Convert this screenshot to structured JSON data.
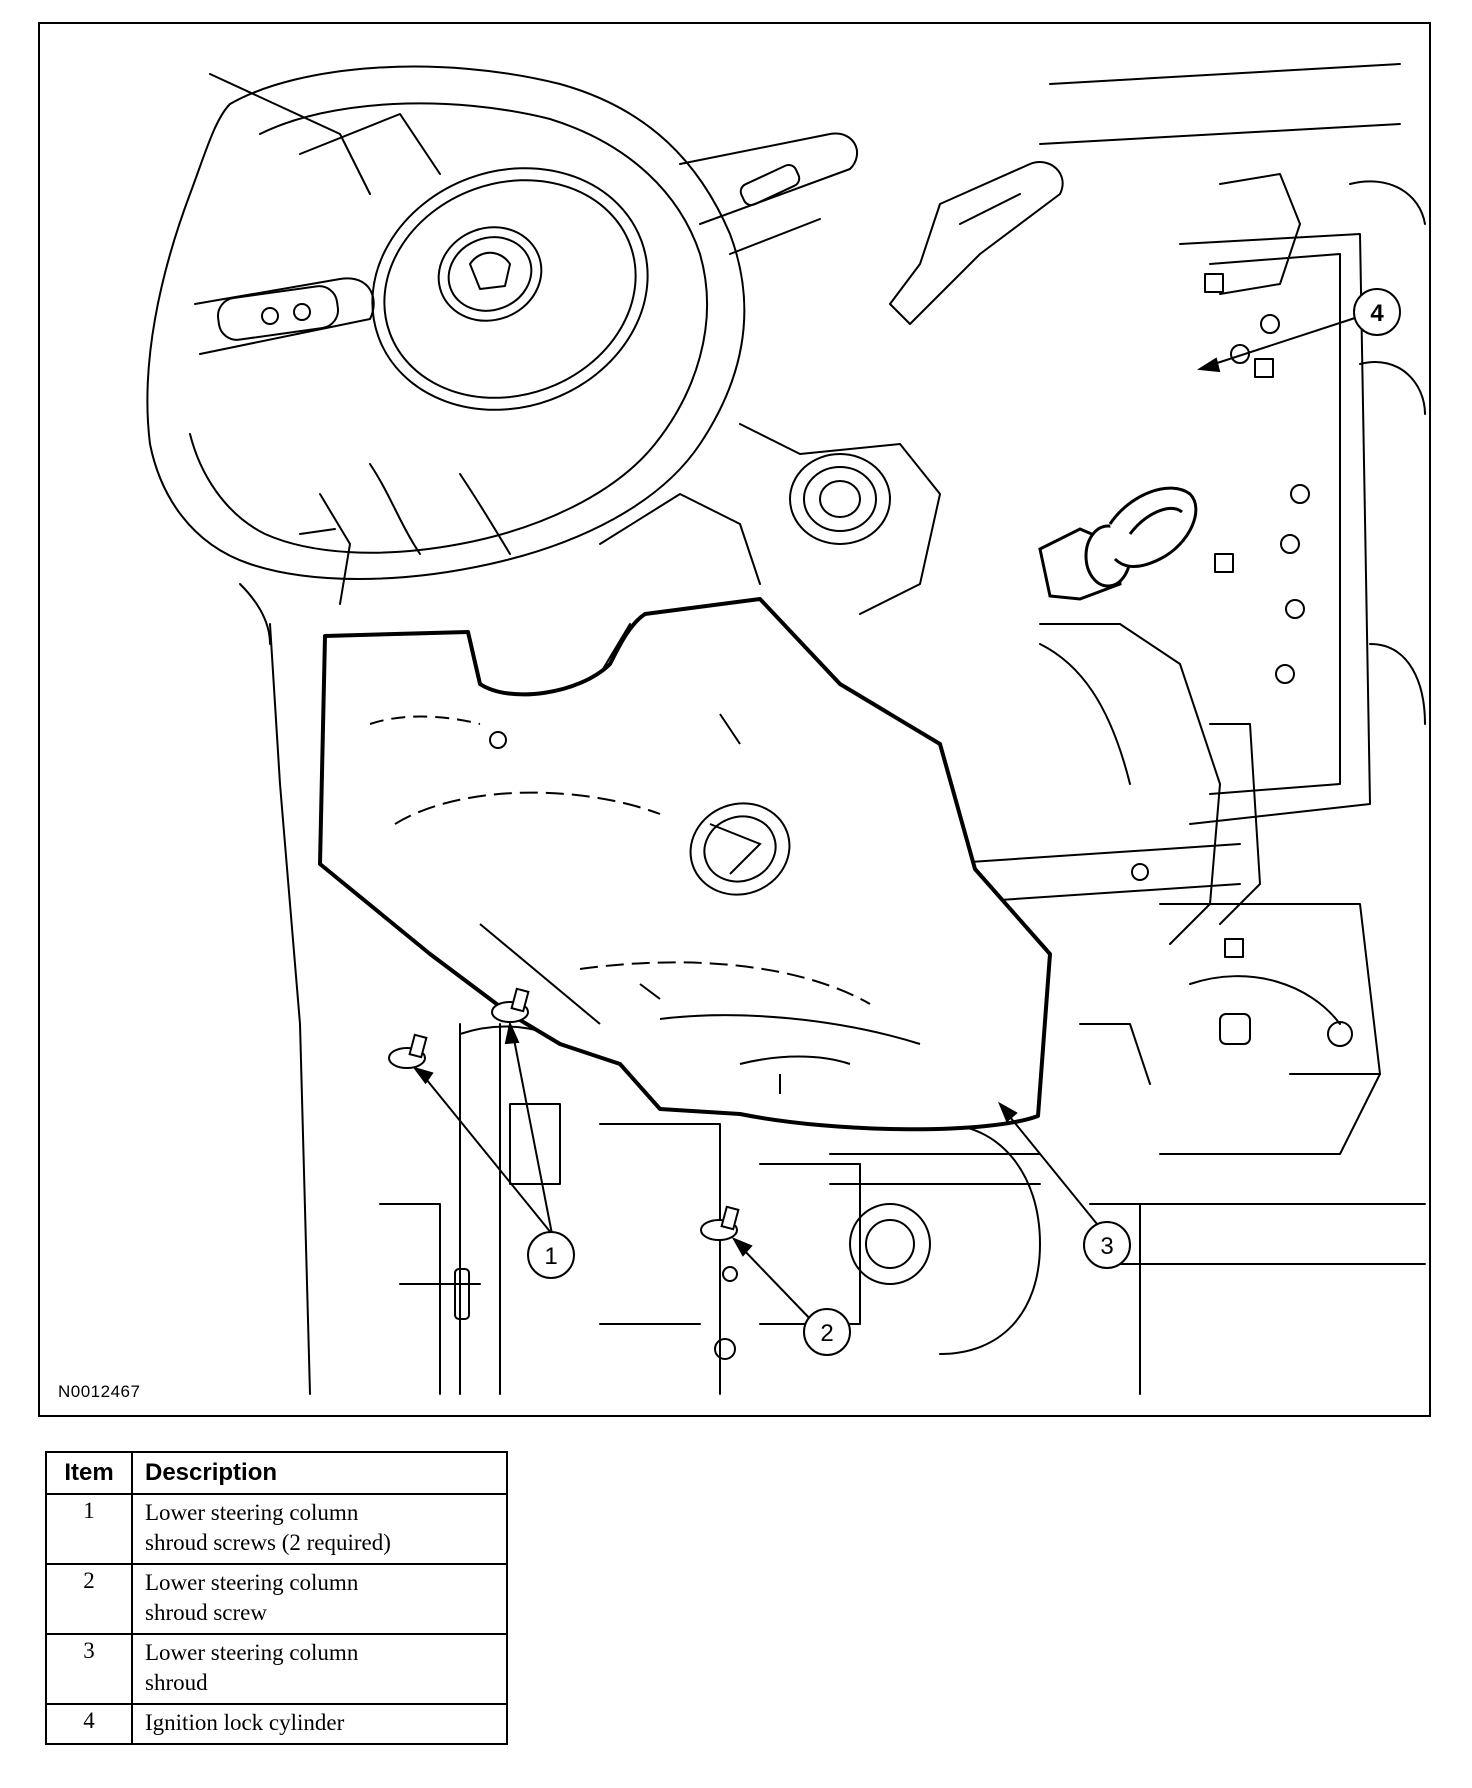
{
  "figure": {
    "id": "N0012467",
    "callouts": [
      "1",
      "2",
      "3",
      "4"
    ]
  },
  "legend": {
    "headers": {
      "item": "Item",
      "description": "Description"
    },
    "rows": [
      {
        "item": "1",
        "description": "Lower steering column\nshroud screws (2 required)"
      },
      {
        "item": "2",
        "description": "Lower steering column\nshroud screw"
      },
      {
        "item": "3",
        "description": "Lower steering column\nshroud"
      },
      {
        "item": "4",
        "description": "Ignition lock cylinder"
      }
    ]
  }
}
